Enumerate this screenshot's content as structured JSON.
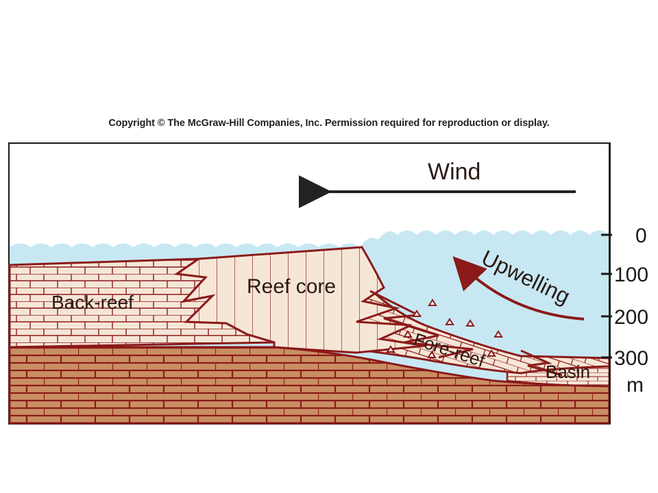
{
  "header": {
    "copyright": "Copyright © The McGraw-Hill Companies, Inc. Permission required for reproduction or display."
  },
  "labels": {
    "wind": "Wind",
    "upwelling": "Upwelling",
    "reef_core": "Reef core",
    "back_reef": "Back-reef",
    "fore_reef": "Fore-reef",
    "basin": "Basin"
  },
  "depth_scale": {
    "ticks": [
      "0",
      "100",
      "200",
      "300"
    ],
    "unit": "m"
  },
  "colors": {
    "water": "#c7e8f3",
    "limestone_light": "#f6e6d6",
    "bedrock": "#c98e62",
    "outline": "#8b1a1a",
    "arrow": "#222222",
    "upwelling_arrow": "#8b1a1a"
  }
}
